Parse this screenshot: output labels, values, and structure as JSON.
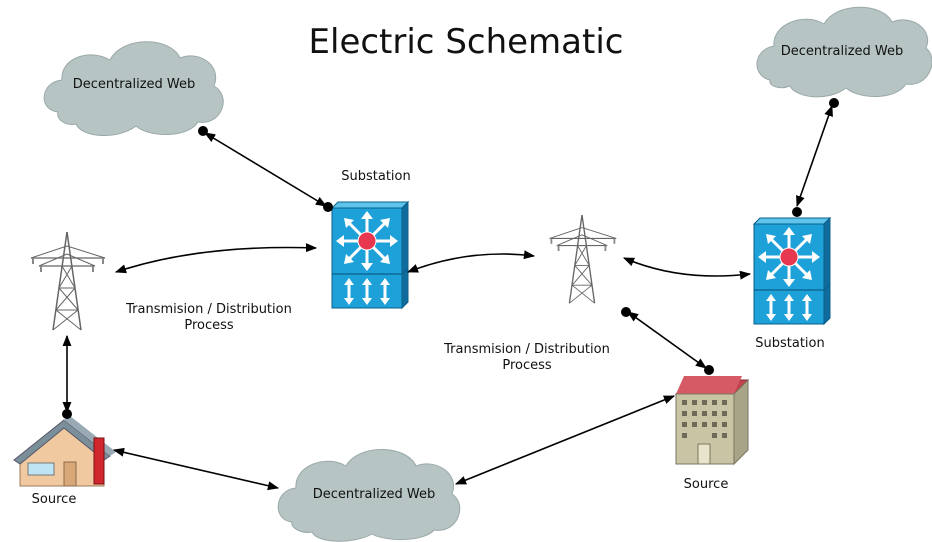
{
  "title": "Electric Schematic",
  "clouds": {
    "top_left": "Decentralized Web",
    "top_right": "Decentralized Web",
    "bottom": "Decentralized Web"
  },
  "substations": {
    "center": "Substation",
    "right": "Substation"
  },
  "processes": {
    "left_line1": "Transmision / Distribution",
    "left_line2": "Process",
    "center_line1": "Transmision / Distribution",
    "center_line2": "Process"
  },
  "sources": {
    "house": "Source",
    "building": "Source"
  },
  "colors": {
    "cloud_fill": "#b7c4c4",
    "switch_blue": "#1ea0d8",
    "switch_dark": "#0f6c9c",
    "switch_red": "#e8384f",
    "roof_red": "#c4414e",
    "house_wall": "#f0c9a0",
    "building_wall": "#c8c4a4"
  }
}
